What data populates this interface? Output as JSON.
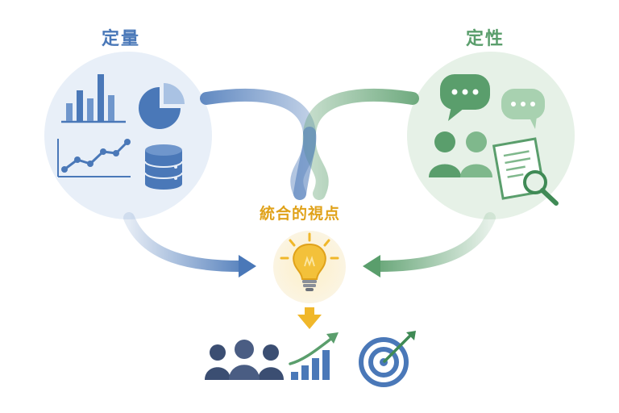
{
  "labels": {
    "quantitative": "定量",
    "qualitative": "定性",
    "integrated": "統合的視点"
  },
  "icons": {
    "quantitative": [
      "bar-chart-icon",
      "pie-chart-icon",
      "line-chart-icon",
      "database-icon"
    ],
    "qualitative": [
      "speech-bubble-icon",
      "chat-bubble-icon",
      "people-icon",
      "document-search-icon"
    ],
    "center": "lightbulb-icon",
    "outcomes": [
      "team-icon",
      "growth-chart-icon",
      "target-icon"
    ]
  },
  "colors": {
    "quantitative": "#4a78b8",
    "qualitative": "#5a9e6c",
    "integrated": "#e0a21a",
    "quant_bg": "#e8eff8",
    "qual_bg": "#e6f1e7",
    "bulb_bg": "#fdf3d8",
    "navy": "#3b4e72"
  }
}
